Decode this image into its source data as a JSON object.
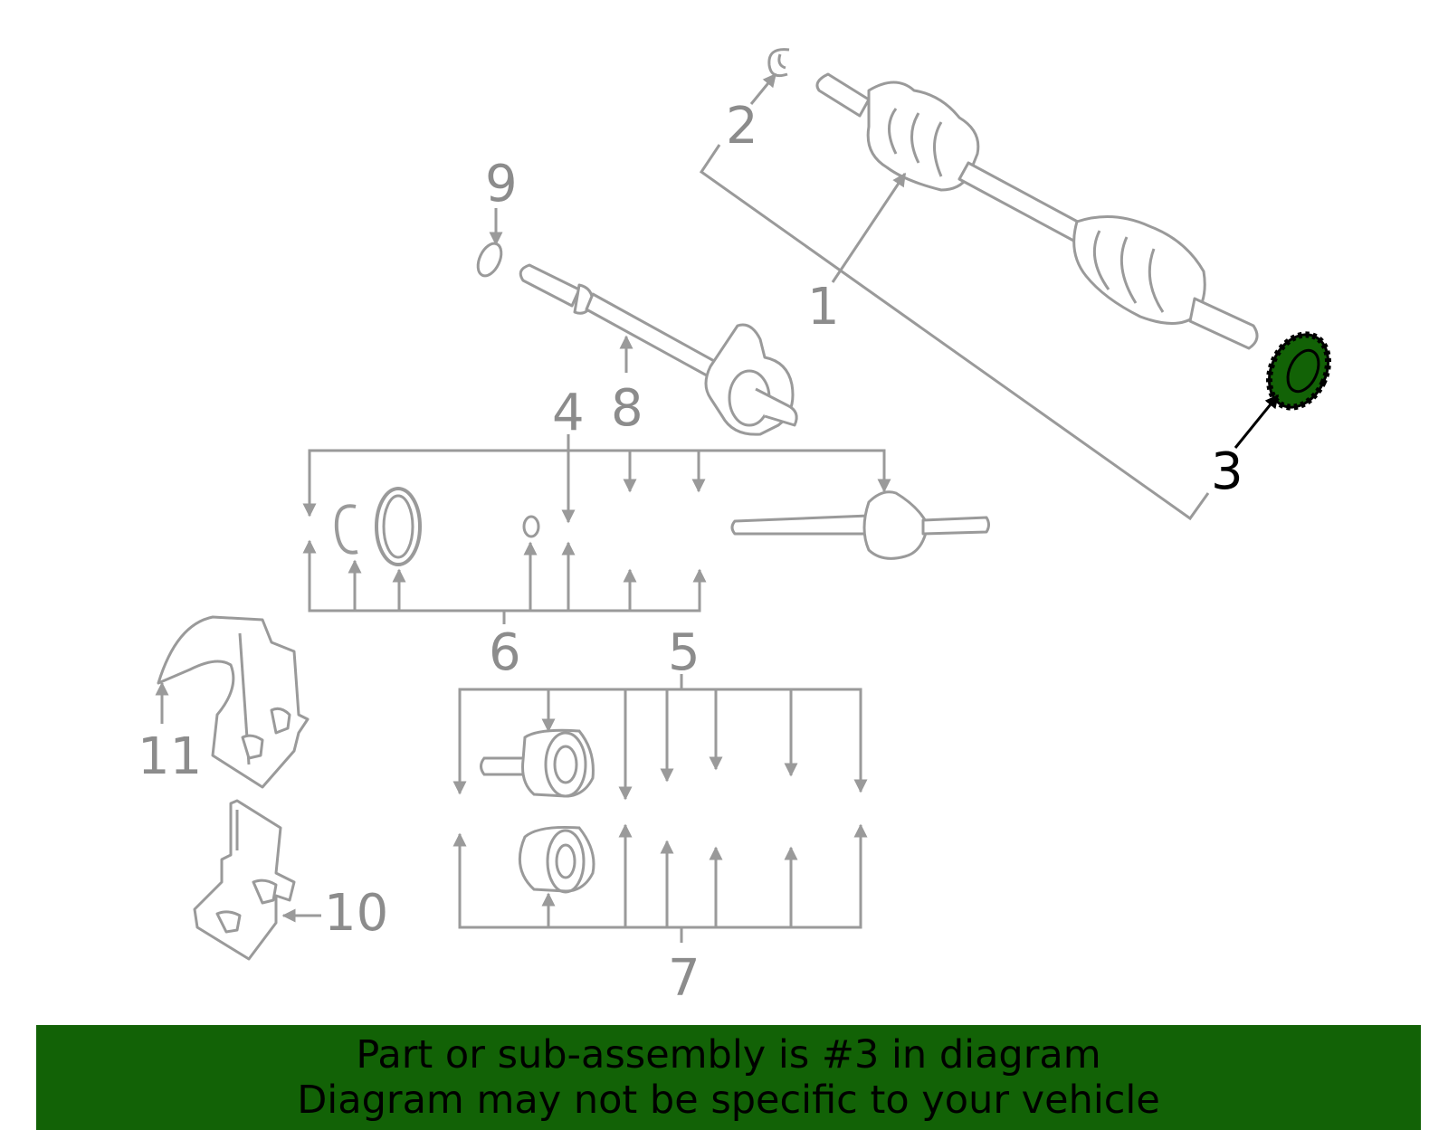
{
  "callouts": {
    "c1": "1",
    "c2": "2",
    "c3": "3",
    "c4": "4",
    "c5": "5",
    "c6": "6",
    "c7": "7",
    "c8": "8",
    "c9": "9",
    "c10": "10",
    "c11": "11"
  },
  "highlighted_part": "3",
  "colors": {
    "line": "#9a9a9a",
    "highlight_fill": "#126206",
    "banner_bg": "#126206",
    "banner_text": "#000000"
  },
  "banner": {
    "line1": "Part or sub-assembly is #3 in diagram",
    "line2": "Diagram may not be specific to your vehicle"
  }
}
